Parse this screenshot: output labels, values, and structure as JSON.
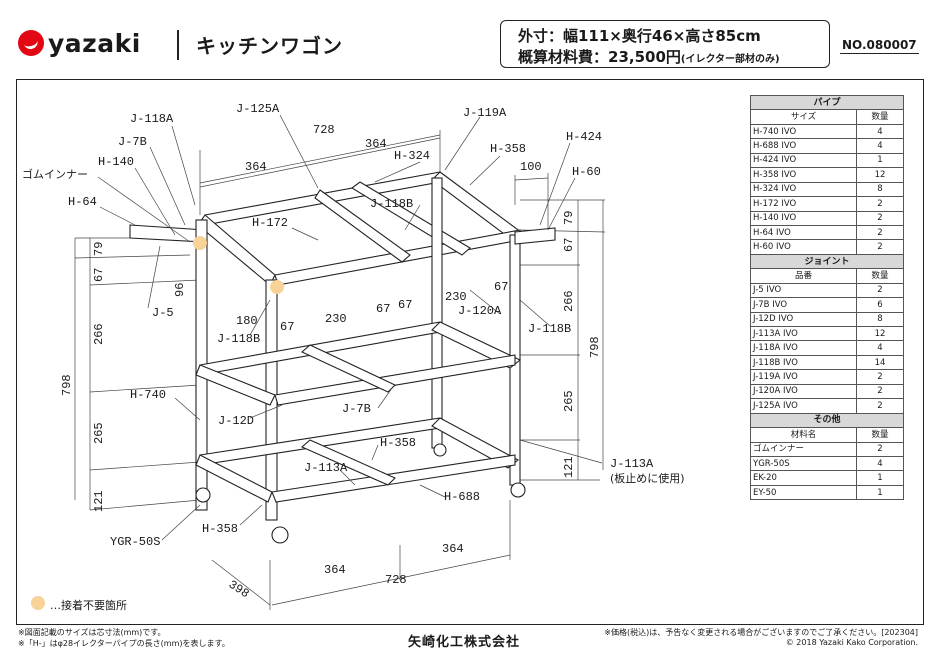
{
  "header": {
    "brand": "yazaki",
    "title": "キッチンワゴン",
    "spec_line1": "外寸：幅111×奥行46×高さ85cm",
    "spec_line2_main": "概算材料費：23,500円",
    "spec_line2_note": "(イレクター部材のみ)",
    "doc_no": "NO.080007"
  },
  "parts_table": {
    "pipe": {
      "title": "パイプ",
      "col_name": "サイズ",
      "col_qty": "数量",
      "rows": [
        {
          "name": "H-740 IVO",
          "qty": "4"
        },
        {
          "name": "H-688 IVO",
          "qty": "4"
        },
        {
          "name": "H-424 IVO",
          "qty": "1"
        },
        {
          "name": "H-358 IVO",
          "qty": "12"
        },
        {
          "name": "H-324 IVO",
          "qty": "8"
        },
        {
          "name": "H-172 IVO",
          "qty": "2"
        },
        {
          "name": "H-140 IVO",
          "qty": "2"
        },
        {
          "name": "H-64 IVO",
          "qty": "2"
        },
        {
          "name": "H-60 IVO",
          "qty": "2"
        }
      ]
    },
    "joint": {
      "title": "ジョイント",
      "col_name": "品番",
      "col_qty": "数量",
      "rows": [
        {
          "name": "J-5 IVO",
          "qty": "2"
        },
        {
          "name": "J-7B IVO",
          "qty": "6"
        },
        {
          "name": "J-12D IVO",
          "qty": "8"
        },
        {
          "name": "J-113A IVO",
          "qty": "12"
        },
        {
          "name": "J-118A IVO",
          "qty": "4"
        },
        {
          "name": "J-118B IVO",
          "qty": "14"
        },
        {
          "name": "J-119A IVO",
          "qty": "2"
        },
        {
          "name": "J-120A IVO",
          "qty": "2"
        },
        {
          "name": "J-125A IVO",
          "qty": "2"
        }
      ]
    },
    "other": {
      "title": "その他",
      "col_name": "材料名",
      "col_qty": "数量",
      "rows": [
        {
          "name": "ゴムインナー",
          "qty": "2"
        },
        {
          "name": "YGR-50S",
          "qty": "4"
        },
        {
          "name": "EK-20",
          "qty": "1"
        },
        {
          "name": "EY-50",
          "qty": "1"
        }
      ]
    }
  },
  "diagram": {
    "labels": {
      "j118a": "J-118A",
      "j7b_top": "J-7B",
      "h140": "H-140",
      "gom": "ゴムインナー",
      "h64": "H-64",
      "j125a": "J-125A",
      "d728_top": "728",
      "d364_a": "364",
      "d364_b": "364",
      "h324": "H-324",
      "j119a": "J-119A",
      "h358_top": "H-358",
      "h424": "H-424",
      "d100": "100",
      "h60": "H-60",
      "j118b_top": "J-118B",
      "h172": "H-172",
      "d79_l": "79",
      "d67_l": "67",
      "d79_r": "79",
      "d67_r": "67",
      "j5": "J-5",
      "d96": "96",
      "d180": "180",
      "d67_a": "67",
      "j118b_l": "J-118B",
      "d230_a": "230",
      "d67_b": "67",
      "d67_c": "67",
      "d230_b": "230",
      "d67_d": "67",
      "j120a": "J-120A",
      "j118b_r": "J-118B",
      "d266_l": "266",
      "d266_r": "266",
      "d798_l": "798",
      "d798_r": "798",
      "h740": "H-740",
      "j12d": "J-12D",
      "j7b_mid": "J-7B",
      "d265_l": "265",
      "d265_r": "265",
      "h358_mid": "H-358",
      "j113a_mid": "J-113A",
      "j113a_r": "J-113A",
      "j113a_r_note": "(板止めに使用)",
      "h688": "H-688",
      "d121_l": "121",
      "d121_r": "121",
      "ygr50s": "YGR-50S",
      "h358_bot": "H-358",
      "d364_c": "364",
      "d364_d": "364",
      "d728_bot": "728",
      "d398": "398"
    }
  },
  "legend": {
    "text": "…接着不要箇所"
  },
  "footer": {
    "note1": "※図面記載のサイズは芯寸法(mm)です。",
    "note2": "※「H-」はφ28イレクターパイプの長さ(mm)を表します。",
    "company": "矢崎化工株式会社",
    "price_note": "※価格(税込)は、予告なく変更される場合がございますのでご了承ください。[202304]",
    "copyright": "© 2018 Yazaki Kako  Corporation."
  },
  "colors": {
    "brand_red": "#e30613",
    "legend_dot": "#f7d398",
    "table_header": "#d8d8d8"
  }
}
